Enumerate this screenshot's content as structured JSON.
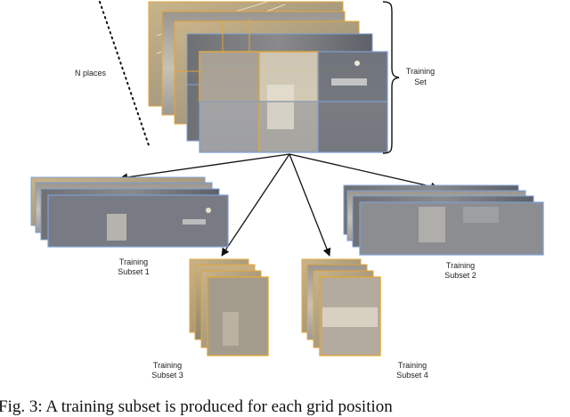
{
  "labels": {
    "n_places": "N places",
    "training_set": [
      "Training",
      "Set"
    ],
    "subset1": [
      "Training",
      "Subset 1"
    ],
    "subset2": [
      "Training",
      "Subset 2"
    ],
    "subset3": [
      "Training",
      "Subset 3"
    ],
    "subset4": [
      "Training",
      "Subset 4"
    ]
  },
  "caption": "Fig. 3: A training subset is produced for each grid position",
  "colors": {
    "grid_gold": "#e0a63a",
    "grid_blue": "#7e9fd1",
    "photo_dark": "#7f7f82",
    "photo_warm": "#b6a786",
    "arrow": "#111111"
  }
}
